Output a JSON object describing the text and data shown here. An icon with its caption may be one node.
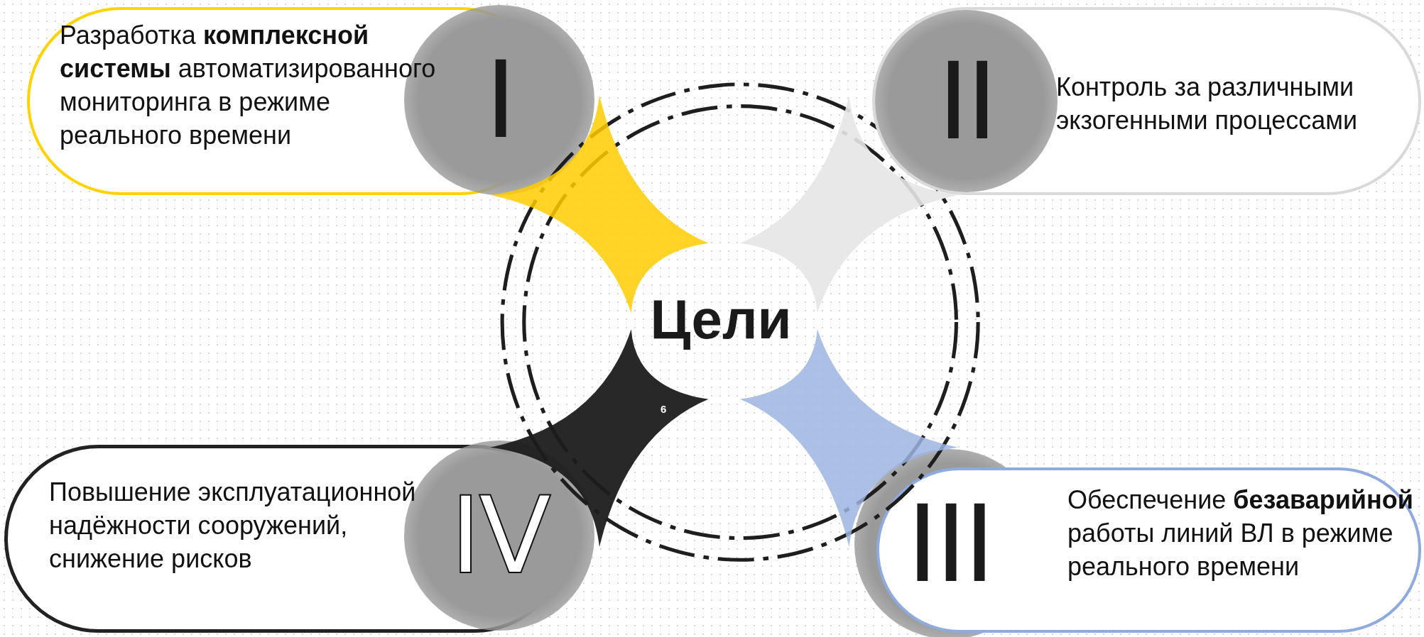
{
  "diagram": {
    "nodes": [
      {
        "text": [
          "Разработка **комплексной системы** автоматизированного мониторинга в режиме реального времени"
        ]
      },
      {
        "text": [
          "I"
        ]
      },
      {
        "text": [
          "II"
        ],
        "in": 3
      },
      {
        "text": [
          "Контроль за различными экзогенными процессами"
        ]
      },
      {
        "text": [
          "Цели"
        ]
      },
      {
        "text": [
          "Повышение эксплуатационной надёжности сооружений, снижение рисков"
        ]
      },
      {
        "text": [
          "IV"
        ]
      },
      {
        "text": [
          "III"
        ]
      },
      {
        "text": [
          "Обеспечение **безаварийной** работы линий ВЛ в режиме реального времени"
        ]
      }
    ],
    "labels": [
      "6"
    ]
  }
}
